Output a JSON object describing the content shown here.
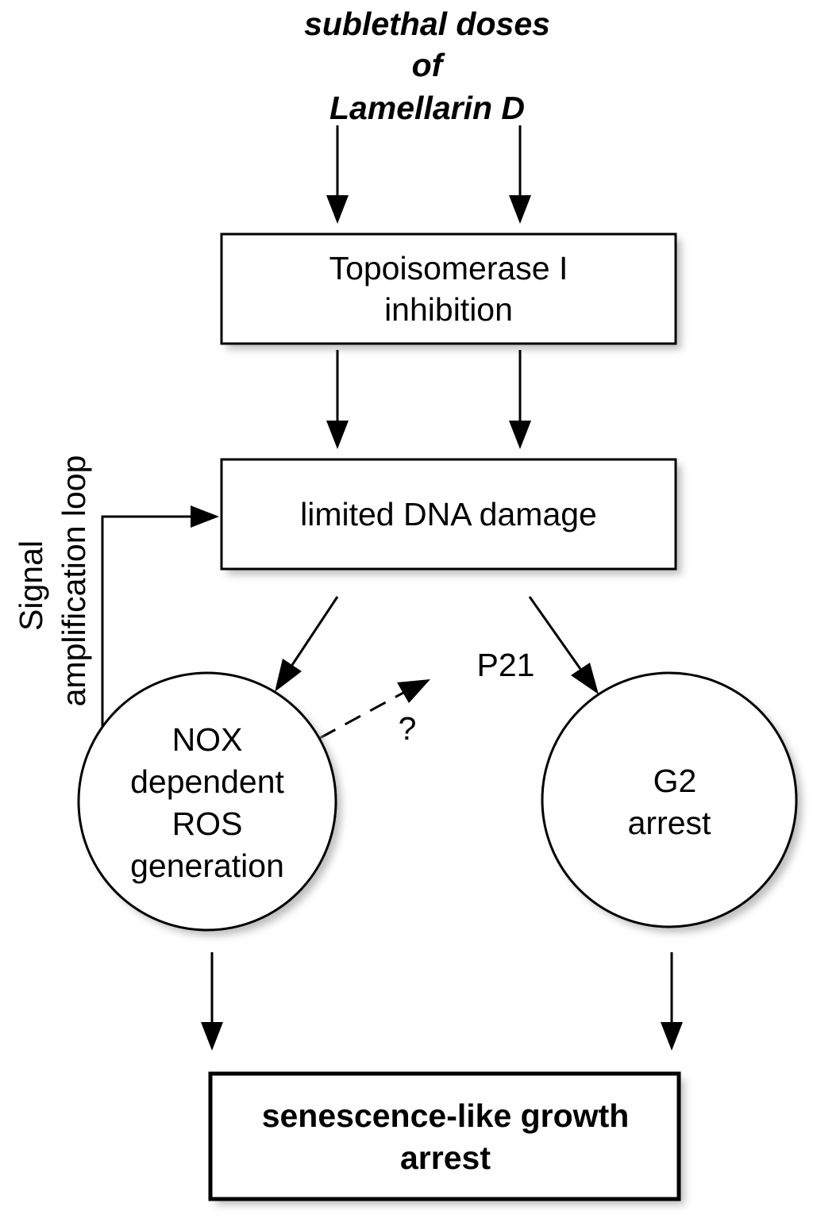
{
  "title_lines": [
    "sublethal doses",
    "of",
    "Lamellarin D"
  ],
  "nodes": {
    "topoisomerase": [
      "Topoisomerase I",
      "inhibition"
    ],
    "dna_damage": [
      "limited DNA damage"
    ],
    "nox_ros": [
      "NOX",
      "dependent",
      "ROS",
      "generation"
    ],
    "g2_arrest": [
      "G2",
      "arrest"
    ],
    "senescence": [
      "senescence-like growth",
      "arrest"
    ]
  },
  "labels": {
    "p21": "P21",
    "question": "?",
    "loop_line1": "Signal",
    "loop_line2": "amplification loop"
  },
  "colors": {
    "stroke": "#000000",
    "fill": "#ffffff",
    "shadow": "#bdbdbd"
  }
}
